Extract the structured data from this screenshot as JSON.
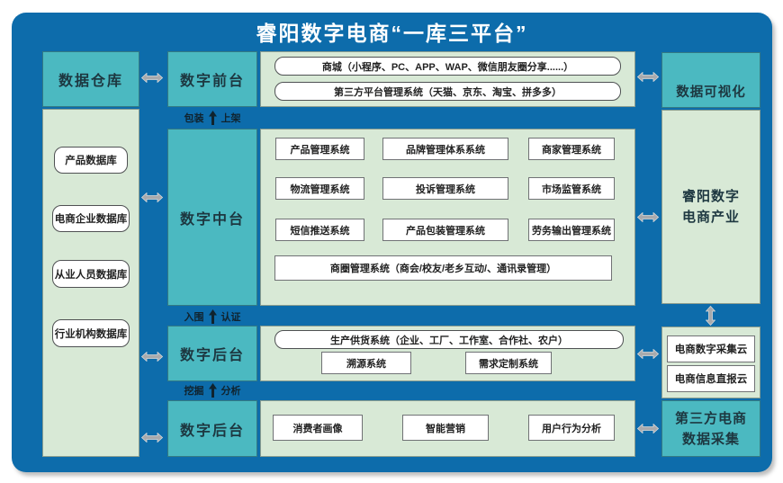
{
  "title": "睿阳数字电商“一库三平台”",
  "warehouse": {
    "header": "数据仓库",
    "databases": [
      "产品数据库",
      "电商企业数据库",
      "从业人员数据库",
      "行业机构数据库"
    ]
  },
  "front": {
    "header": "数字前台",
    "pills": [
      "商城（小程序、PC、APP、WAP、微信朋友圈分享......）",
      "第三方平台管理系统（天猫、京东、淘宝、拼多多）"
    ]
  },
  "strip1": {
    "left": "包装",
    "right": "上架"
  },
  "middle": {
    "header": "数字中台",
    "grid": [
      "产品管理系统",
      "品牌管理体系系统",
      "商家管理系统",
      "物流管理系统",
      "投诉管理系统",
      "市场监管系统",
      "短信推送系统",
      "产品包装管理系统",
      "劳务输出管理系统"
    ],
    "wide": "商圈管理系统（商会/校友/老乡互动/、通讯录管理）"
  },
  "strip2": {
    "left": "入围",
    "right": "认证"
  },
  "back1": {
    "header": "数字后台",
    "pill": "生产供货系统（企业、工厂、工作室、合作社、农户）",
    "boxes": [
      "溯源系统",
      "需求定制系统"
    ]
  },
  "strip3": {
    "left": "挖掘",
    "right": "分析"
  },
  "back2": {
    "header": "数字后台",
    "boxes": [
      "消费者画像",
      "智能营销",
      "用户行为分析"
    ]
  },
  "right": {
    "viz": "数据可视化",
    "industry_line1": "睿阳数字",
    "industry_line2": "电商产业",
    "clouds": [
      "电商数字采集云",
      "电商信息直报云"
    ],
    "third_line1": "第三方电商",
    "third_line2": "数据采集"
  },
  "colors": {
    "panel_blue": "#0d6cab",
    "teal": "#4bb9c1",
    "light_green": "#d8e9d6",
    "arrow_gray": "#a8aaad"
  }
}
